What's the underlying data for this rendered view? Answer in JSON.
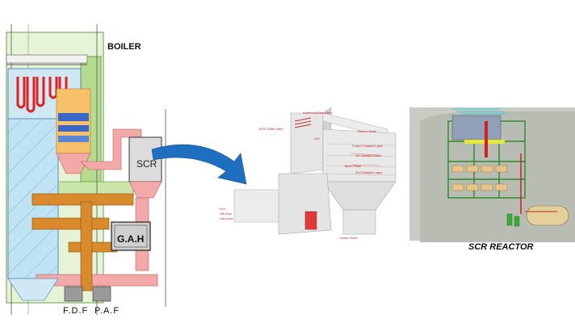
{
  "labels": {
    "boiler": "BOILER",
    "scr_box": "SCR",
    "gah": "G.A.H",
    "fdf": "F.D.F",
    "paf": "P.A.F",
    "scr_reactor": "SCR REACTOR"
  },
  "callouts": {
    "ammonia_injection": "Ammonia/Gas Mixer",
    "scr_outlet": "SCR Outlet Vane",
    "aig": "AIG",
    "screen_plate": "Screen Plate",
    "future_layer": "Future Catalyst Layer",
    "layer1": "1st Catalyst Layer",
    "layer2": "2nd Catalyst Layer",
    "mixer": "Mixer Plate",
    "outlet_hood": "Outlet Hood",
    "eco1": "Eco",
    "eco2": "SB Duct",
    "eco3": "Gas Duct"
  },
  "colors": {
    "water_wall": "#bfe3f2",
    "gas_duct": "#f4a9a9",
    "air_duct": "#d98a2c",
    "green_frame": "#8dc96a",
    "superheater": "#e02020",
    "economizer": "#3a66c8",
    "arrow": "#1f6fc0"
  }
}
